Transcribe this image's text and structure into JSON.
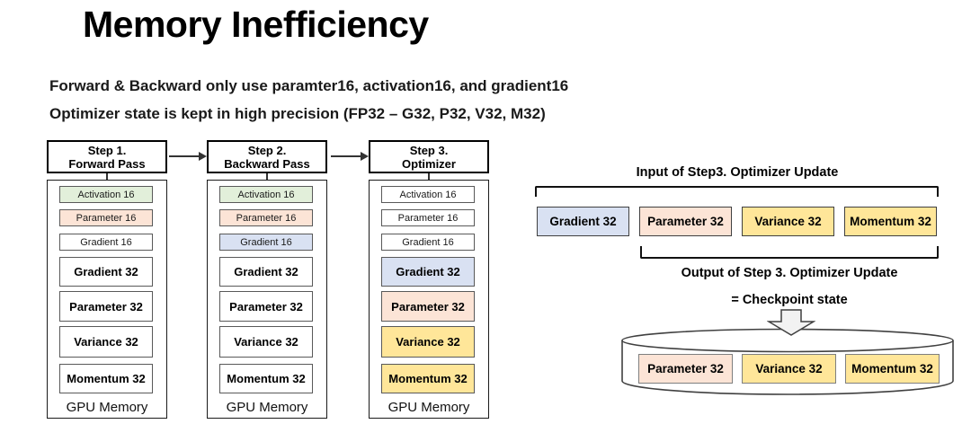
{
  "slide": {
    "title": "Memory Inefficiency",
    "bullets": [
      "Forward & Backward only use paramter16, activation16, and gradient16",
      "Optimizer state is kept in high precision (FP32 – G32, P32, V32, M32)"
    ]
  },
  "palette": {
    "green": "#e2efda",
    "peach": "#fce4d6",
    "blue": "#d9e1f2",
    "yellow": "#ffe699",
    "white": "#ffffff",
    "arrow_fill": "#f2f2f2"
  },
  "steps": [
    {
      "header": [
        "Step 1.",
        "Forward Pass"
      ],
      "gpu_label": "GPU Memory",
      "blocks": [
        {
          "label": "Activation 16",
          "fill": "#e2efda"
        },
        {
          "label": "Parameter 16",
          "fill": "#fce4d6"
        },
        {
          "label": "Gradient 16",
          "fill": "#ffffff"
        },
        {
          "label": "Gradient 32",
          "fill": "#ffffff"
        },
        {
          "label": "Parameter 32",
          "fill": "#ffffff"
        },
        {
          "label": "Variance 32",
          "fill": "#ffffff"
        },
        {
          "label": "Momentum 32",
          "fill": "#ffffff"
        }
      ]
    },
    {
      "header": [
        "Step 2.",
        "Backward Pass"
      ],
      "gpu_label": "GPU Memory",
      "blocks": [
        {
          "label": "Activation 16",
          "fill": "#e2efda"
        },
        {
          "label": "Parameter 16",
          "fill": "#fce4d6"
        },
        {
          "label": "Gradient 16",
          "fill": "#d9e1f2"
        },
        {
          "label": "Gradient 32",
          "fill": "#ffffff"
        },
        {
          "label": "Parameter 32",
          "fill": "#ffffff"
        },
        {
          "label": "Variance 32",
          "fill": "#ffffff"
        },
        {
          "label": "Momentum 32",
          "fill": "#ffffff"
        }
      ]
    },
    {
      "header": [
        "Step 3.",
        "Optimizer"
      ],
      "gpu_label": "GPU Memory",
      "blocks": [
        {
          "label": "Activation 16",
          "fill": "#ffffff"
        },
        {
          "label": "Parameter 16",
          "fill": "#ffffff"
        },
        {
          "label": "Gradient 16",
          "fill": "#ffffff"
        },
        {
          "label": "Gradient 32",
          "fill": "#d9e1f2"
        },
        {
          "label": "Parameter 32",
          "fill": "#fce4d6"
        },
        {
          "label": "Variance 32",
          "fill": "#ffe699"
        },
        {
          "label": "Momentum 32",
          "fill": "#ffe699"
        }
      ]
    }
  ],
  "optimizer_update": {
    "input_label": "Input of Step3. Optimizer Update",
    "input_blocks": [
      {
        "label": "Gradient 32",
        "fill": "#d9e1f2"
      },
      {
        "label": "Parameter 32",
        "fill": "#fce4d6"
      },
      {
        "label": "Variance 32",
        "fill": "#ffe699"
      },
      {
        "label": "Momentum 32",
        "fill": "#ffe699"
      }
    ],
    "output_label": "Output of Step 3. Optimizer Update",
    "checkpoint_label": "= Checkpoint state",
    "checkpoint_blocks": [
      {
        "label": "Parameter 32",
        "fill": "#fce4d6"
      },
      {
        "label": "Variance 32",
        "fill": "#ffe699"
      },
      {
        "label": "Momentum 32",
        "fill": "#ffe699"
      }
    ]
  }
}
